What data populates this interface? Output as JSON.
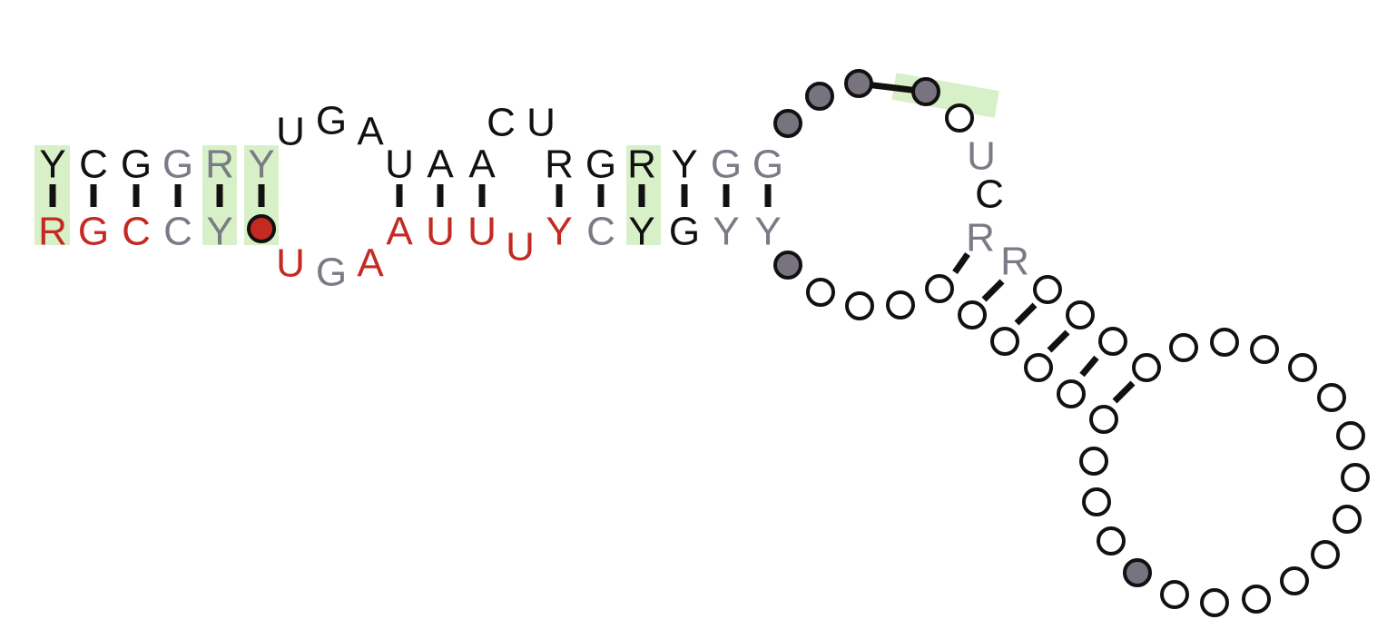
{
  "colors": {
    "black": "#111111",
    "red": "#c42a22",
    "gray": "#7b7b86",
    "highlight": "#d8f0c8",
    "node_gray": "#77737f",
    "node_red": "#c42a22",
    "node_open": "#ffffff"
  },
  "top_strand": [
    "Y",
    "C",
    "G",
    "G",
    "R",
    "Y",
    "U",
    "G",
    "A",
    "U",
    "A",
    "A",
    "C",
    "U",
    "R",
    "G",
    "R",
    "Y",
    "G",
    "G"
  ],
  "bottom_strand": [
    "R",
    "G",
    "C",
    "C",
    "Y",
    "U",
    "G",
    "A",
    "A",
    "U",
    "U",
    "U",
    "Y",
    "C",
    "Y",
    "G",
    "Y",
    "Y"
  ],
  "loop_letters": [
    "U",
    "C",
    "R",
    "R"
  ]
}
